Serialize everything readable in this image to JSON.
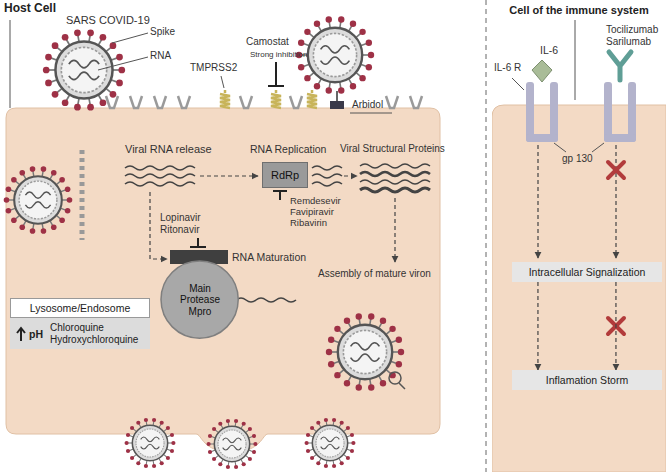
{
  "diagram": {
    "nodes": [
      {
        "text": [
          "Host Cell"
        ]
      },
      {
        "text": [
          "RdRp"
        ],
        "in": 0
      },
      {
        "text": [
          "Main Protease Mpro"
        ],
        "in": 0
      },
      {
        "text": [
          "Lysosome/Endosome",
          "pH",
          "Chloroquine Hydroxychloroquine"
        ],
        "in": 0
      },
      {
        "text": [
          "Cell of the immune system"
        ]
      },
      {
        "text": [
          "Intracellular Signalization"
        ],
        "in": 4
      },
      {
        "text": [
          "Inflamation Storm"
        ],
        "in": 4
      }
    ],
    "edges": [
      {
        "from": 5,
        "to": 6,
        "arrow": "to"
      },
      {
        "from": 5,
        "to": 6,
        "arrow": "to"
      }
    ],
    "labels": [
      "SARS COVID-19",
      "Spike",
      "RNA",
      "TMPRSS2",
      "Camostat",
      "Strong inhibition",
      "Arbidol",
      "Viral RNA release",
      "RNA Replication",
      "Viral Structural Proteins",
      "Remdesevir Favipiravir Ribavirin",
      "Lopinavir Ritonavir",
      "RNA Maturation",
      "Assembly of mature viron",
      "IL-6",
      "Tocilizumab Sarilumab",
      "IL-6 R",
      "gp 130"
    ]
  }
}
